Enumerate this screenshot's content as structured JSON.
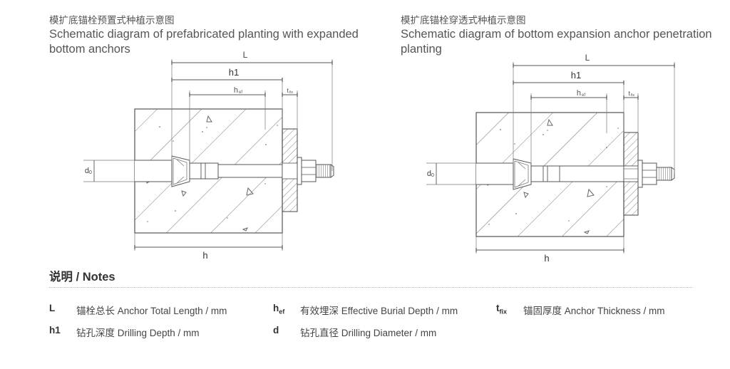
{
  "left_diagram": {
    "title_zh": "模扩底锚栓预置式种植示意图",
    "title_en_line1": "Schematic diagram of prefabricated planting with expanded",
    "title_en_line2": "bottom anchors",
    "dims": {
      "L": "L",
      "h1": "h1",
      "hef_main": "h",
      "hef_sub": "ef",
      "tfix_main": "t",
      "tfix_sub": "fix",
      "d0_main": "d",
      "d0_sub": "0",
      "h": "h"
    }
  },
  "right_diagram": {
    "title_zh": "模扩底锚栓穿透式种植示意图",
    "title_en_line1": "Schematic diagram of bottom expansion anchor penetration",
    "title_en_line2": "planting",
    "dims": {
      "L": "L",
      "h1": "h1",
      "hef_main": "h",
      "hef_sub": "ef",
      "tfix_main": "t",
      "tfix_sub": "fix",
      "d0_main": "d",
      "d0_sub": "0",
      "h": "h"
    }
  },
  "notes": {
    "heading": "说明 / Notes",
    "items": [
      {
        "sym_main": "L",
        "sym_sub": "",
        "text": "锚栓总长 Anchor Total Length / mm"
      },
      {
        "sym_main": "h",
        "sym_sub": "ef",
        "text": "有效埋深 Effective Burial Depth / mm"
      },
      {
        "sym_main": "t",
        "sym_sub": "fix",
        "text": "锚固厚度 Anchor Thickness / mm"
      },
      {
        "sym_main": "h1",
        "sym_sub": "",
        "text": "钻孔深度 Drilling Depth / mm"
      },
      {
        "sym_main": "d",
        "sym_sub": "",
        "text": "钻孔直径 Drilling Diameter / mm"
      }
    ]
  }
}
